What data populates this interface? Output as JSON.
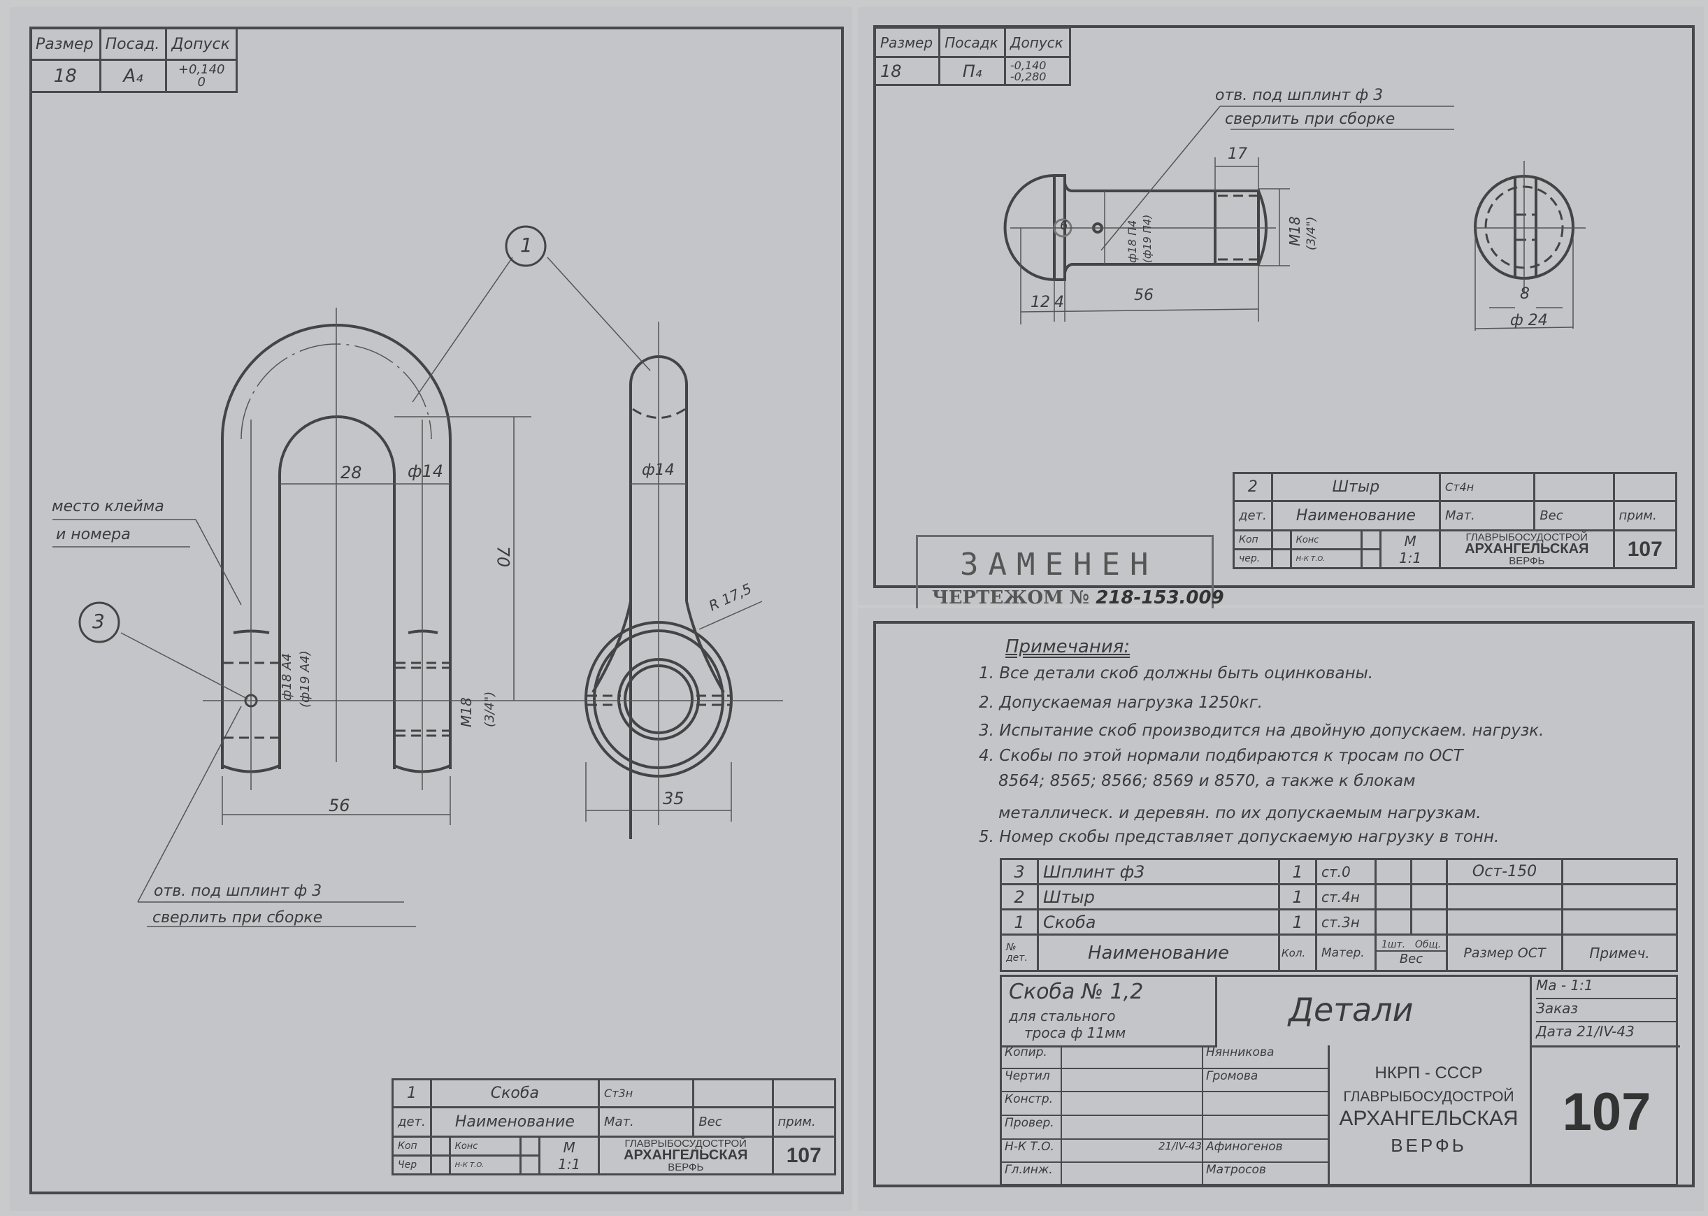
{
  "left_sheet": {
    "tolerance_table": {
      "headers": [
        "Размер",
        "Посад.",
        "Допуск"
      ],
      "row": {
        "size": "18",
        "fit": "A₄",
        "tolerance_upper": "+0,140",
        "tolerance_lower": "0"
      }
    },
    "callouts": {
      "part1": "1",
      "part3": "3"
    },
    "notes": {
      "stamp_place_line1": "место клейма",
      "stamp_place_line2": "и номера",
      "hole_line1": "отв. под шплинт ф 3",
      "hole_line2": "сверлить при сборке"
    },
    "dimensions": {
      "inner_width": "28",
      "rod_dia": "ф14",
      "height": "70",
      "hole_dia": "ф18 А4",
      "hole_dia_alt": "(ф19 А4)",
      "thread": "М18",
      "thread_alt": "(3/4\")",
      "overall_width": "56",
      "side_rod_dia": "ф14",
      "eye_radius": "R 17,5",
      "eye_width": "35"
    },
    "title_block": {
      "part_no": "1",
      "part_name": "Скоба",
      "material": "Ст3н",
      "header_det": "дет.",
      "header_name": "Наименование",
      "header_mat": "Мат.",
      "header_weight": "Вес",
      "header_note": "прим.",
      "row_kop": "Коп",
      "row_cher": "Чер",
      "row_kons": "Конс",
      "row_nk": "Н-К Т.О.",
      "scale_label": "М",
      "scale": "1:1",
      "org_line1": "ГЛАВРЫБОСУДОСТРОЙ",
      "org_line2": "АРХАНГЕЛЬСКАЯ",
      "org_line3": "ВЕРФЬ",
      "drawing_no": "107"
    }
  },
  "right_top_sheet": {
    "tolerance_table": {
      "headers": [
        "Размер",
        "Посадк",
        "Допуск"
      ],
      "row": {
        "size": "18",
        "fit": "П₄",
        "tolerance_upper": "-0,140",
        "tolerance_lower": "-0,280"
      }
    },
    "notes": {
      "hole_line1": "отв. под шплинт ф 3",
      "hole_line2": "сверлить при сборке"
    },
    "dimensions": {
      "thread_length": "17",
      "shank_dia": "ф18 П4",
      "shank_dia_alt": "(ф19 П4)",
      "thread": "М18",
      "thread_alt": "(3/4\")",
      "head": "12",
      "collar": "4",
      "length": "56",
      "slot": "8",
      "head_dia": "ф 24",
      "hole_mark": "6"
    },
    "title_block": {
      "part_no": "2",
      "part_name": "Штыр",
      "material": "Ст4н",
      "header_det": "дет.",
      "header_name": "Наименование",
      "header_mat": "Мат.",
      "header_weight": "Вес",
      "header_note": "прим.",
      "row_kop": "Коп",
      "row_cher": "чер.",
      "row_kons": "Конс",
      "row_nk": "Н-К Т.О.",
      "scale_label": "М",
      "scale": "1:1",
      "org_line1": "ГЛАВРЫБОСУДОСТРОЙ",
      "org_line2": "АРХАНГЕЛЬСКАЯ",
      "org_line3": "ВЕРФЬ",
      "drawing_no": "107"
    },
    "stamp": {
      "line1": "ЗАМЕНЕН",
      "line2_prefix": "ЧЕРТЕЖОМ №",
      "line2_number": "218-153.009"
    }
  },
  "right_bottom_sheet": {
    "notes_title": "Примечания:",
    "notes": [
      "1. Все детали скоб должны быть оцинкованы.",
      "2. Допускаемая нагрузка 1250кг.",
      "3. Испытание скоб производится на двойную допускаем. нагрузк.",
      "4. Скобы по этой нормали подбираются к тросам по ОСТ",
      "8564; 8565; 8566; 8569 и 8570, а также к блокам",
      "металлическ. и деревян. по их допускаемым нагрузкам.",
      "5. Номер скобы представляет допускаемую нагрузку в тонн."
    ],
    "parts_list": {
      "rows": [
        {
          "no": "3",
          "name": "Шплинт ф3",
          "qty": "1",
          "material": "ст.0",
          "w1": "",
          "wt": "",
          "ost": "Ост-150",
          "note": ""
        },
        {
          "no": "2",
          "name": "Штыр",
          "qty": "1",
          "material": "ст.4н",
          "w1": "",
          "wt": "",
          "ost": "",
          "note": ""
        },
        {
          "no": "1",
          "name": "Скоба",
          "qty": "1",
          "material": "ст.3н",
          "w1": "",
          "wt": "",
          "ost": "",
          "note": ""
        }
      ],
      "headers": {
        "no": "№ дет.",
        "name": "Наименование",
        "qty": "Кол.",
        "material": "Матер.",
        "w1": "1шт.",
        "wt": "Общ.",
        "weight": "Вес",
        "ost": "Размер ОСТ",
        "note": "Примеч."
      }
    },
    "main_title": {
      "item_line1": "Скоба № 1,2",
      "item_line2": "для стального",
      "item_line3": "троса ф 11мм",
      "sheet_title": "Детали",
      "scale": "Ма - 1:1",
      "order": "Заказ",
      "date": "Дата 21/IV-43"
    },
    "signatures": [
      {
        "role": "Копир.",
        "name": "Нянникова"
      },
      {
        "role": "Чертил",
        "name": "Громова"
      },
      {
        "role": "Констр.",
        "name": ""
      },
      {
        "role": "Провер.",
        "name": ""
      },
      {
        "role": "Н-К Т.О.",
        "name": "Афиногенов",
        "date": "21/IV-43"
      },
      {
        "role": "Гл.инж.",
        "name": "Матросов"
      }
    ],
    "org": {
      "line1": "НКРП - СССР",
      "line2": "ГЛАВРЫБОСУДОСТРОЙ",
      "line3": "АРХАНГЕЛЬСКАЯ",
      "line4": "ВЕРФЬ"
    },
    "drawing_no": "107"
  }
}
